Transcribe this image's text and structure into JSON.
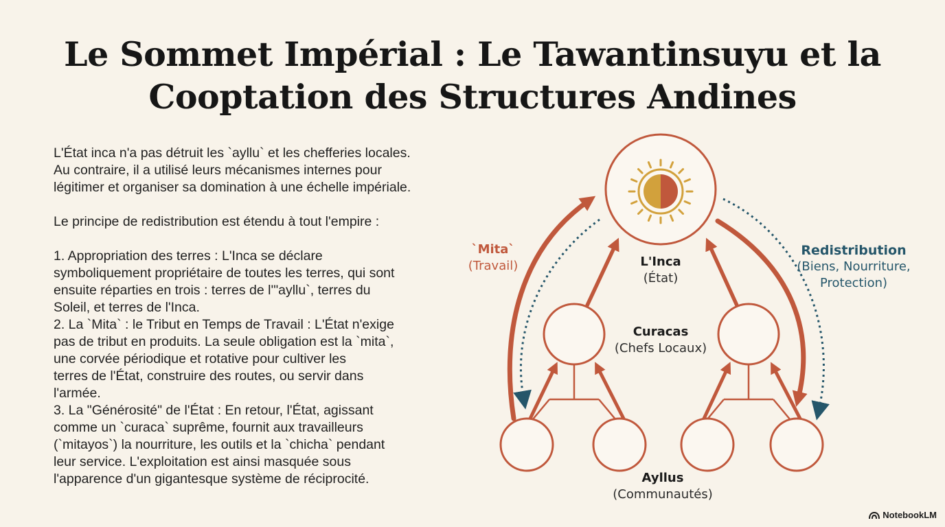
{
  "title": {
    "line1": "Le Sommet Impérial : Le Tawantinsuyu et la",
    "line2": "Cooptation des Structures Andines"
  },
  "text": {
    "intro": [
      "L'État inca n'a pas détruit les `ayllu` et les chefferies locales.",
      "Au contraire, il a utilisé leurs mécanismes internes pour",
      "légitimer et organiser sa domination à une échelle impériale."
    ],
    "principle": "Le principe de redistribution est étendu à tout l'empire :",
    "points": [
      "1. Appropriation des terres : L'Inca se déclare",
      "symboliquement propriétaire de toutes les terres, qui sont",
      "ensuite réparties en trois : terres de l'\"ayllu`, terres du",
      "Soleil, et terres de l'Inca.",
      "2. La `Mita` : le Tribut en Temps de Travail : L'État n'exige",
      "pas de tribut en produits. La seule obligation est la `mita`,",
      "une corvée périodique et rotative pour cultiver les",
      "terres de l'État, construire des routes, ou servir dans",
      "l'armée.",
      "3. La \"Générosité\" de l'État : En retour, l'État, agissant",
      "comme un `curaca` suprême, fournit aux travailleurs",
      "(`mitayos`) la nourriture, les outils et la `chicha` pendant",
      "leur service. L'exploitation est ainsi masquée sous",
      "l'apparence d'un gigantesque système de réciprocité."
    ]
  },
  "diagram": {
    "inca": {
      "main": "L'Inca",
      "sub": "(État)"
    },
    "curacas": {
      "main": "Curacas",
      "sub": "(Chefs Locaux)"
    },
    "ayllus": {
      "main": "Ayllus",
      "sub": "(Communautés)"
    },
    "mita": {
      "main": "`Mita`",
      "sub": "(Travail)"
    },
    "redistribution": {
      "main": "Redistribution",
      "sub1": "(Biens, Nourriture,",
      "sub2": "Protection)"
    },
    "colors": {
      "rust": "#c0583c",
      "teal": "#25566a",
      "gold": "#d2a13c",
      "circle_fill": "#fbf7f0"
    }
  },
  "brand": "NotebookLM"
}
